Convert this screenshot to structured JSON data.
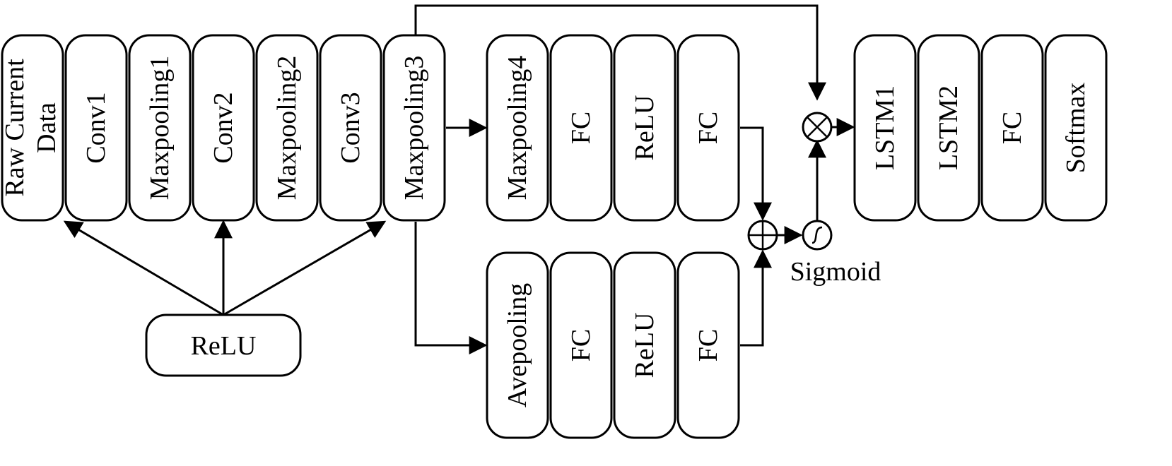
{
  "diagram": {
    "cnn_blocks": [
      "Conv1",
      "Maxpooling1",
      "Conv2",
      "Maxpooling2",
      "Conv3",
      "Maxpooling3"
    ],
    "input_block": {
      "line1": "Raw Current",
      "line2": "Data"
    },
    "relu_label": "ReLU",
    "max_branch": [
      "Maxpooling4",
      "FC",
      "ReLU",
      "FC"
    ],
    "avg_branch": [
      "Avepooling",
      "FC",
      "ReLU",
      "FC"
    ],
    "classifier": [
      "LSTM1",
      "LSTM2",
      "FC",
      "Softmax"
    ],
    "sigmoid_label": "Sigmoid",
    "operators": {
      "add": "add-operator",
      "multiply": "multiply-operator",
      "sigmoid": "sigmoid-icon"
    },
    "colors": {
      "stroke": "#000000",
      "fill": "#ffffff"
    }
  }
}
